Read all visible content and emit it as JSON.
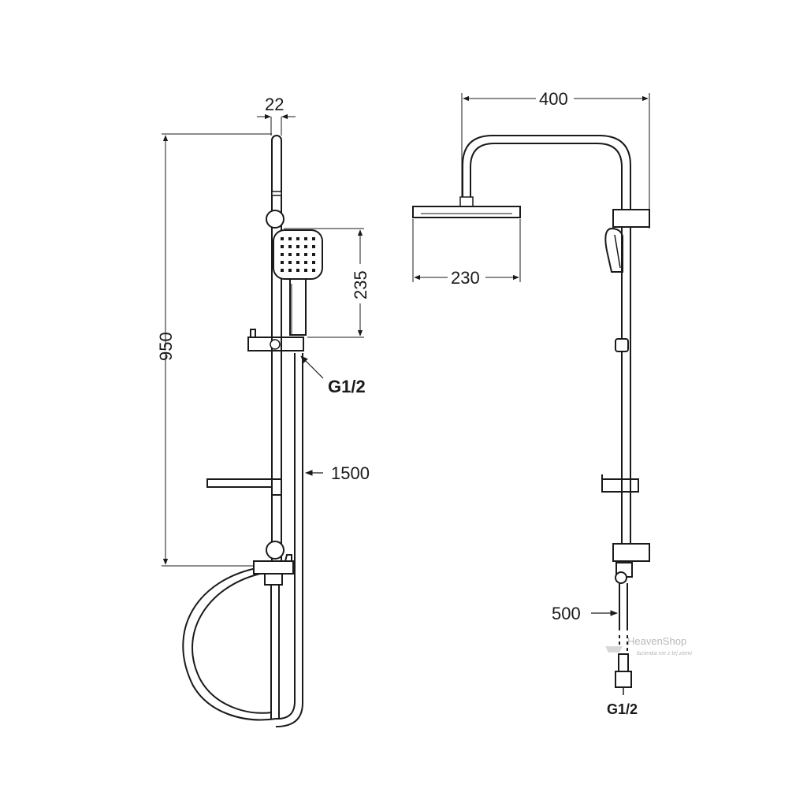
{
  "dimensions": {
    "rail_width": "22",
    "total_height": "950",
    "hand_shower_length": "235",
    "hose_length": "1500",
    "head_depth": "400",
    "head_width": "230",
    "lower_hose": "500"
  },
  "connectors": {
    "side_connector": "G1/2",
    "bottom_connector": "G1/2"
  },
  "watermark": {
    "brand": "HeavenShop",
    "tagline": "łazienka nie z tej ziemi"
  }
}
